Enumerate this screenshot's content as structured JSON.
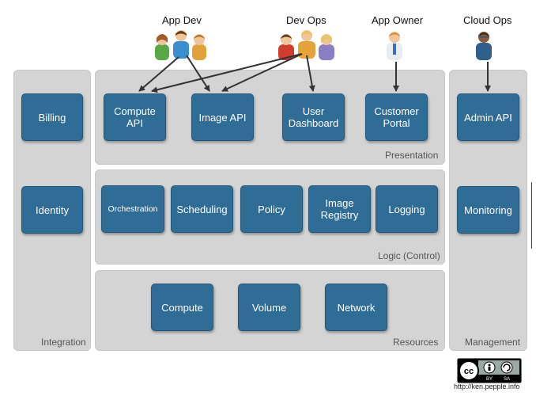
{
  "roles": {
    "app_dev": "App Dev",
    "dev_ops": "Dev Ops",
    "app_owner": "App Owner",
    "cloud_ops": "Cloud Ops"
  },
  "panels": {
    "integration": "Integration",
    "presentation": "Presentation",
    "logic": "Logic (Control)",
    "resources": "Resources",
    "management": "Management"
  },
  "integration_boxes": [
    "Billing",
    "Identity"
  ],
  "presentation_boxes": [
    "Compute\nAPI",
    "Image API",
    "User\nDashboard",
    "Customer\nPortal"
  ],
  "logic_boxes": [
    "Orchestration",
    "Scheduling",
    "Policy",
    "Image\nRegistry",
    "Logging"
  ],
  "resource_boxes": [
    "Compute",
    "Volume",
    "Network"
  ],
  "management_boxes": [
    "Admin API",
    "Monitoring"
  ],
  "license": {
    "cc": "cc",
    "by": "BY",
    "sa": "SA"
  },
  "credit": "http://ken.pepple.info",
  "colors": {
    "box": "#2f6d96",
    "panel": "#d4d4d4",
    "arrow": "#333333"
  }
}
